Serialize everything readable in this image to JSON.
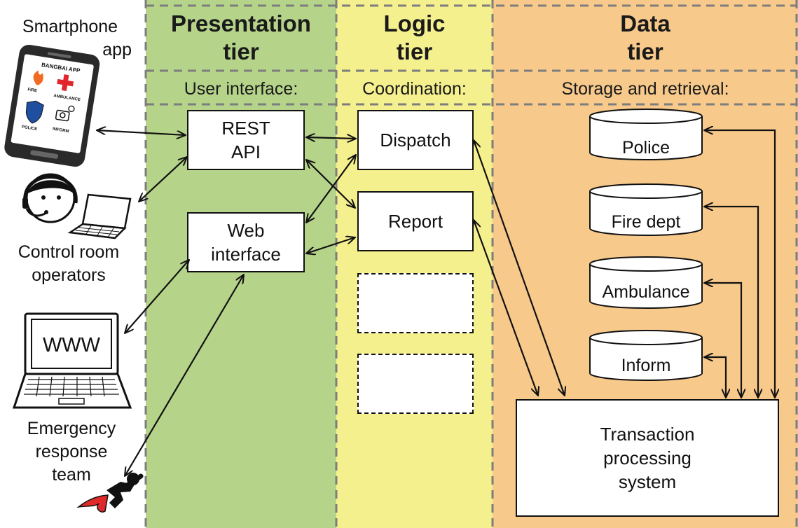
{
  "tiers": {
    "presentation": {
      "title_line1": "Presentation",
      "title_line2": "tier",
      "subtitle": "User interface:"
    },
    "logic": {
      "title_line1": "Logic",
      "title_line2": "tier",
      "subtitle": "Coordination:"
    },
    "data": {
      "title_line1": "Data",
      "title_line2": "tier",
      "subtitle": "Storage and retrieval:"
    }
  },
  "presentation_boxes": {
    "rest_line1": "REST",
    "rest_line2": "API",
    "web_line1": "Web",
    "web_line2": "interface"
  },
  "logic_boxes": {
    "dispatch": "Dispatch",
    "report": "Report"
  },
  "databases": [
    "Police",
    "Fire dept",
    "Ambulance",
    "Inform"
  ],
  "tps": {
    "line1": "Transaction",
    "line2": "processing",
    "line3": "system"
  },
  "actors": {
    "smartphone_line1": "Smartphone",
    "smartphone_line2": "app",
    "control_line1": "Control room",
    "control_line2": "operators",
    "team_line1": "Emergency",
    "team_line2": "response",
    "team_line3": "team"
  },
  "phone_app": {
    "header": "BANGBAI APP",
    "fire": "FIRE",
    "ambulance": "AMBULANCE",
    "police": "POLICE",
    "inform": "INFORM"
  },
  "laptop_screen_text": "WWW",
  "colors": {
    "presentation_bg": "#b5d48a",
    "logic_bg": "#f5f08e",
    "data_bg": "#f7c98b",
    "police_shield": "#1f4fa0",
    "ambulance_cross": "#e0262a",
    "fire": "#f26a21",
    "cape": "#e02a2a"
  }
}
